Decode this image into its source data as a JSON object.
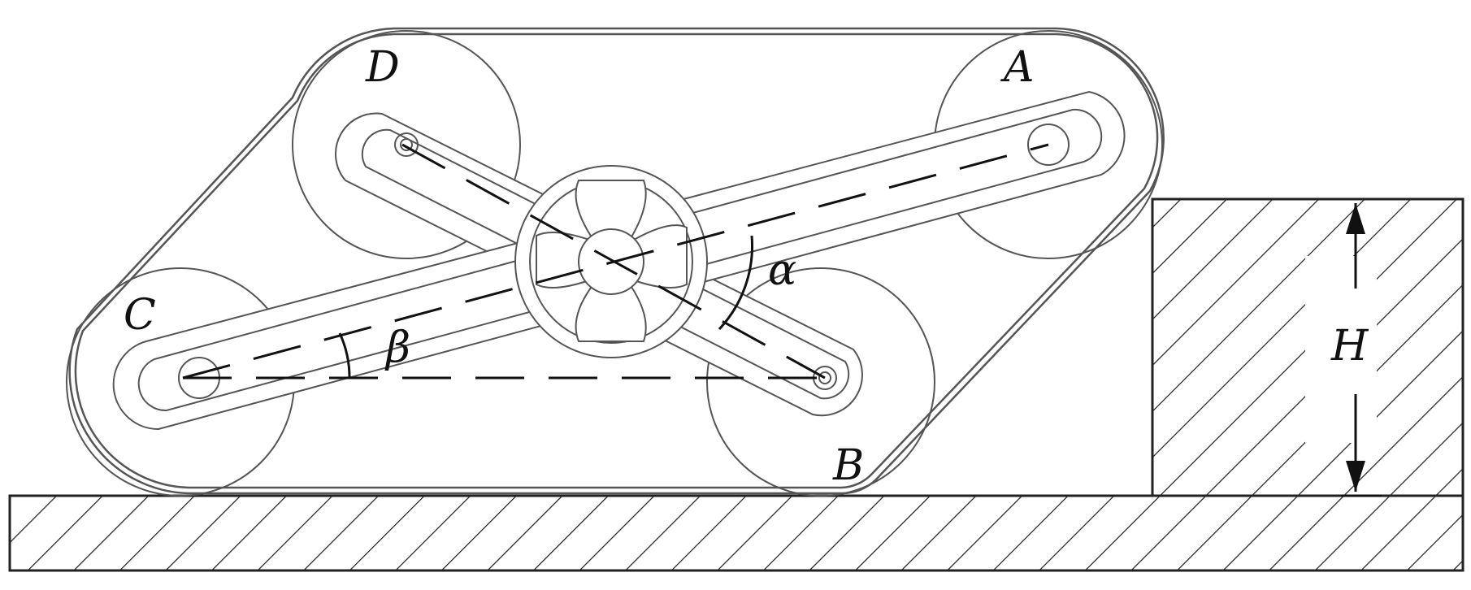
{
  "labels": {
    "a": "A",
    "b": "B",
    "c": "C",
    "d": "D",
    "alpha": "α",
    "beta": "β",
    "height": "H"
  },
  "colors": {
    "line": "#555555",
    "line_dark": "#222222",
    "background": "#ffffff"
  }
}
